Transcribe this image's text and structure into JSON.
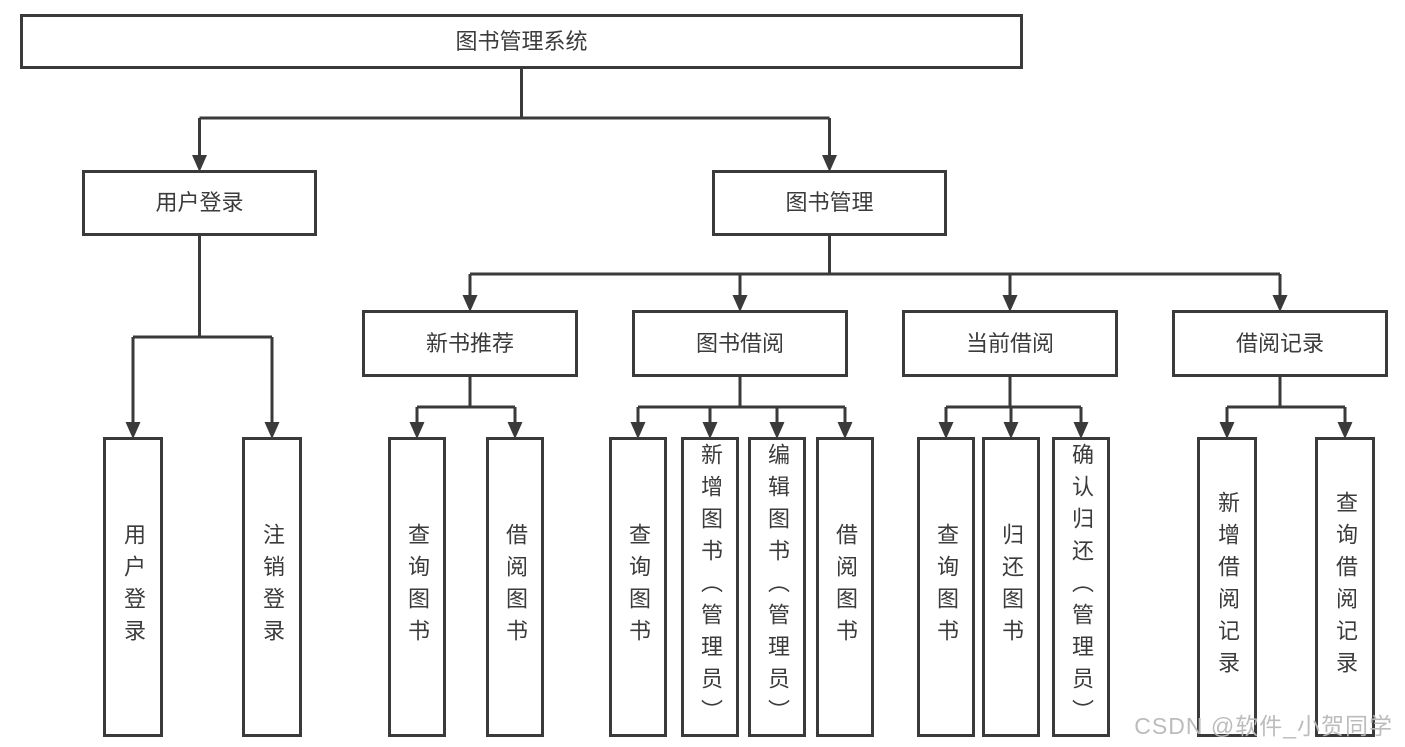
{
  "title": "图书管理系统",
  "watermark": "CSDN @软件_小贺同学",
  "colors": {
    "line": "#3a3a3a",
    "text": "#3b3b3b",
    "box_fill": "#ffffff",
    "background": "#ffffff",
    "watermark": "#b8b8b8"
  },
  "tree": {
    "root": {
      "label": "图书管理系统"
    },
    "user_login": {
      "label": "用户登录",
      "children": [
        {
          "label": "用户登录"
        },
        {
          "label": "注销登录"
        }
      ]
    },
    "book_mgmt": {
      "label": "图书管理",
      "sections": [
        {
          "label": "新书推荐",
          "children": [
            {
              "label": "查询图书"
            },
            {
              "label": "借阅图书"
            }
          ]
        },
        {
          "label": "图书借阅",
          "children": [
            {
              "label": "查询图书"
            },
            {
              "label": "新增图书（管理员）"
            },
            {
              "label": "编辑图书（管理员）"
            },
            {
              "label": "借阅图书"
            }
          ]
        },
        {
          "label": "当前借阅",
          "children": [
            {
              "label": "查询图书"
            },
            {
              "label": "归还图书"
            },
            {
              "label": "确认归还（管理员）"
            }
          ]
        },
        {
          "label": "借阅记录",
          "children": [
            {
              "label": "新增借阅记录"
            },
            {
              "label": "查询借阅记录"
            }
          ]
        }
      ]
    }
  }
}
